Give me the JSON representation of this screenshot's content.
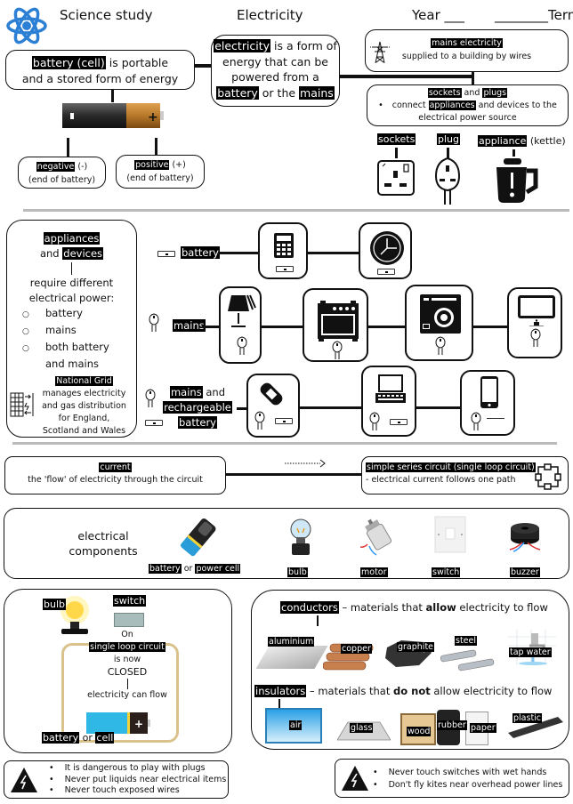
{
  "header": {
    "subject": "Science study",
    "topic": "Electricity",
    "year_label": "Year ___",
    "term_label": "________Term",
    "logo_icon": "atom-icon"
  },
  "battery_box": {
    "highlight": "battery (cell)",
    "text_1": " is portable",
    "text_2": "and a stored form of energy",
    "negative_hl": "negative",
    "negative_text": " (-)",
    "negative_sub": "(end of battery)",
    "positive_hl": "positive",
    "positive_text": " (+)",
    "positive_sub": "(end of battery)"
  },
  "electricity_box": {
    "hl_1": "electricity",
    "text_1": " is a form of",
    "text_2": "energy that can be",
    "text_3": "powered from a",
    "hl_2": "battery",
    "text_4": " or the ",
    "hl_3": "mains"
  },
  "mains_box": {
    "title": "mains electricity",
    "bullet": "supplied to a building by wires",
    "icon": "pylon-icon"
  },
  "sockets_box": {
    "hl_1": "sockets",
    "and": " and ",
    "hl_2": "plugs",
    "bullet_pre": "connect ",
    "bullet_hl": "appliances",
    "bullet_post": " and devices to the",
    "bullet_line2": "electrical power source"
  },
  "sockets_row": {
    "sockets": "sockets",
    "plug": "plug",
    "appliance": "appliance",
    "appliance_note": " (kettle)"
  },
  "appliances_box": {
    "hl_1": "appliances",
    "and": "and ",
    "hl_2": "devices",
    "text_1": "require different",
    "text_2": "electrical power:",
    "options": [
      "battery",
      "mains",
      "both battery",
      "and mains"
    ],
    "grid_title": "National Grid",
    "grid_text": [
      "manages electricity",
      "and gas distribution",
      "for England,",
      "Scotland and Wales"
    ]
  },
  "power_rows": {
    "battery": "battery",
    "mains": "mains",
    "mains_recharge_hl": "mains",
    "mains_recharge_and": " and",
    "recharge_hl": "rechargeable",
    "recharge_batt": "battery",
    "battery_devices": [
      "calculator",
      "clock"
    ],
    "mains_devices": [
      "lamp",
      "oven",
      "washing machine",
      "computer monitor"
    ],
    "rechargeable_devices": [
      "games console",
      "laptop",
      "mobile phone"
    ]
  },
  "current_box": {
    "title": "current",
    "text": "the 'flow' of electricity through the circuit"
  },
  "series_box": {
    "title": "simple series circuit (single loop circuit)",
    "text": "- electrical current follows one path"
  },
  "components": {
    "title_1": "electrical",
    "title_2": "components",
    "items": [
      {
        "label": "battery",
        "label_extra": "power cell",
        "or": " or "
      },
      {
        "label": "bulb"
      },
      {
        "label": "motor"
      },
      {
        "label": "switch"
      },
      {
        "label": "buzzer"
      }
    ]
  },
  "circuit": {
    "bulb": "bulb",
    "switch": "switch",
    "on": "On",
    "loop": "single loop circuit",
    "is_now": "is now",
    "closed": "CLOSED",
    "flow": "electricity can flow",
    "battery": "battery",
    "or": " or ",
    "cell": "cell"
  },
  "conductors": {
    "hl": "conductors",
    "pre": " – materials that ",
    "bold": "allow",
    "post": " electricity to flow",
    "items": [
      "aluminium",
      "copper",
      "graphite",
      "steel",
      "tap water"
    ]
  },
  "insulators": {
    "hl": "insulators",
    "pre": " – materials that ",
    "bold": "do not",
    "post": " allow electricity to flow",
    "items": [
      "air",
      "glass",
      "wood",
      "rubber",
      "paper",
      "plastic"
    ]
  },
  "safety_left": [
    "It is dangerous to play with plugs",
    "Never put liquids near electrical items",
    "Never touch exposed wires"
  ],
  "safety_right": [
    "Never touch switches with wet hands",
    "Don't fly kites near overhead power lines"
  ]
}
